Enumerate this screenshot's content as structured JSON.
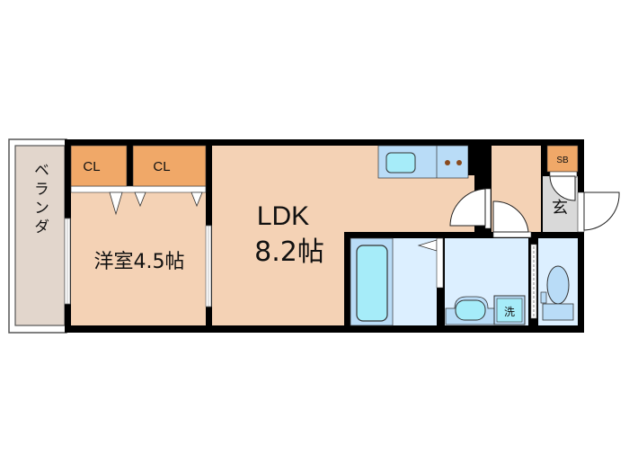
{
  "floorplan": {
    "colors": {
      "wall": "#000000",
      "room_floor": "#f4d2b5",
      "closet": "#f0a868",
      "wet_area": "#dcefff",
      "fixture": "#b9dcf7",
      "fixture_inner": "#a6ecf9",
      "balcony": "#e2d6cc",
      "entrance": "#d9d9d9"
    },
    "balcony": {
      "label": "ベランダ"
    },
    "bedroom": {
      "label": "洋室4.5帖"
    },
    "closets": [
      {
        "label": "CL"
      },
      {
        "label": "CL"
      }
    ],
    "ldk": {
      "label_line1": "LDK",
      "label_line2": "8.2帖"
    },
    "shoe_box": {
      "label": "SB"
    },
    "entrance": {
      "label": "玄"
    },
    "washer": {
      "label": "洗"
    }
  }
}
